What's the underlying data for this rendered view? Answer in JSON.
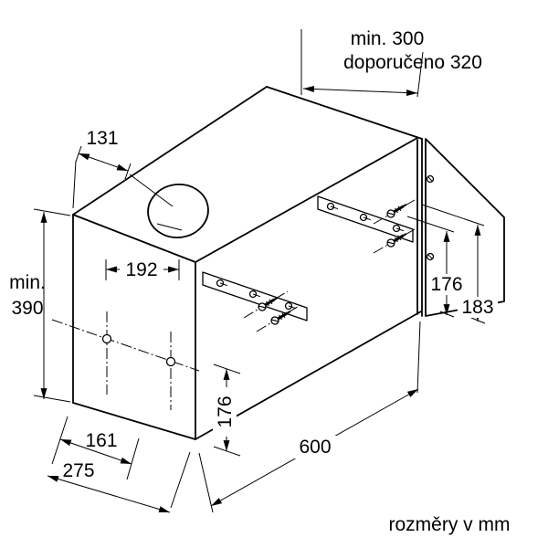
{
  "diagram": {
    "unit_note": "rozměry v mm",
    "dimensions": {
      "top_clearance_min": "min. 300",
      "top_clearance_recommended": "doporučeno 320",
      "duct_offset": "131",
      "bracket_offset": "192",
      "height_prefix": "min.",
      "height_value": "390",
      "front_panel_height": "176",
      "door_screw_lower": "176",
      "door_screw_upper": "183",
      "bottom_recess_depth": "161",
      "total_depth": "275",
      "total_width": "600"
    }
  }
}
